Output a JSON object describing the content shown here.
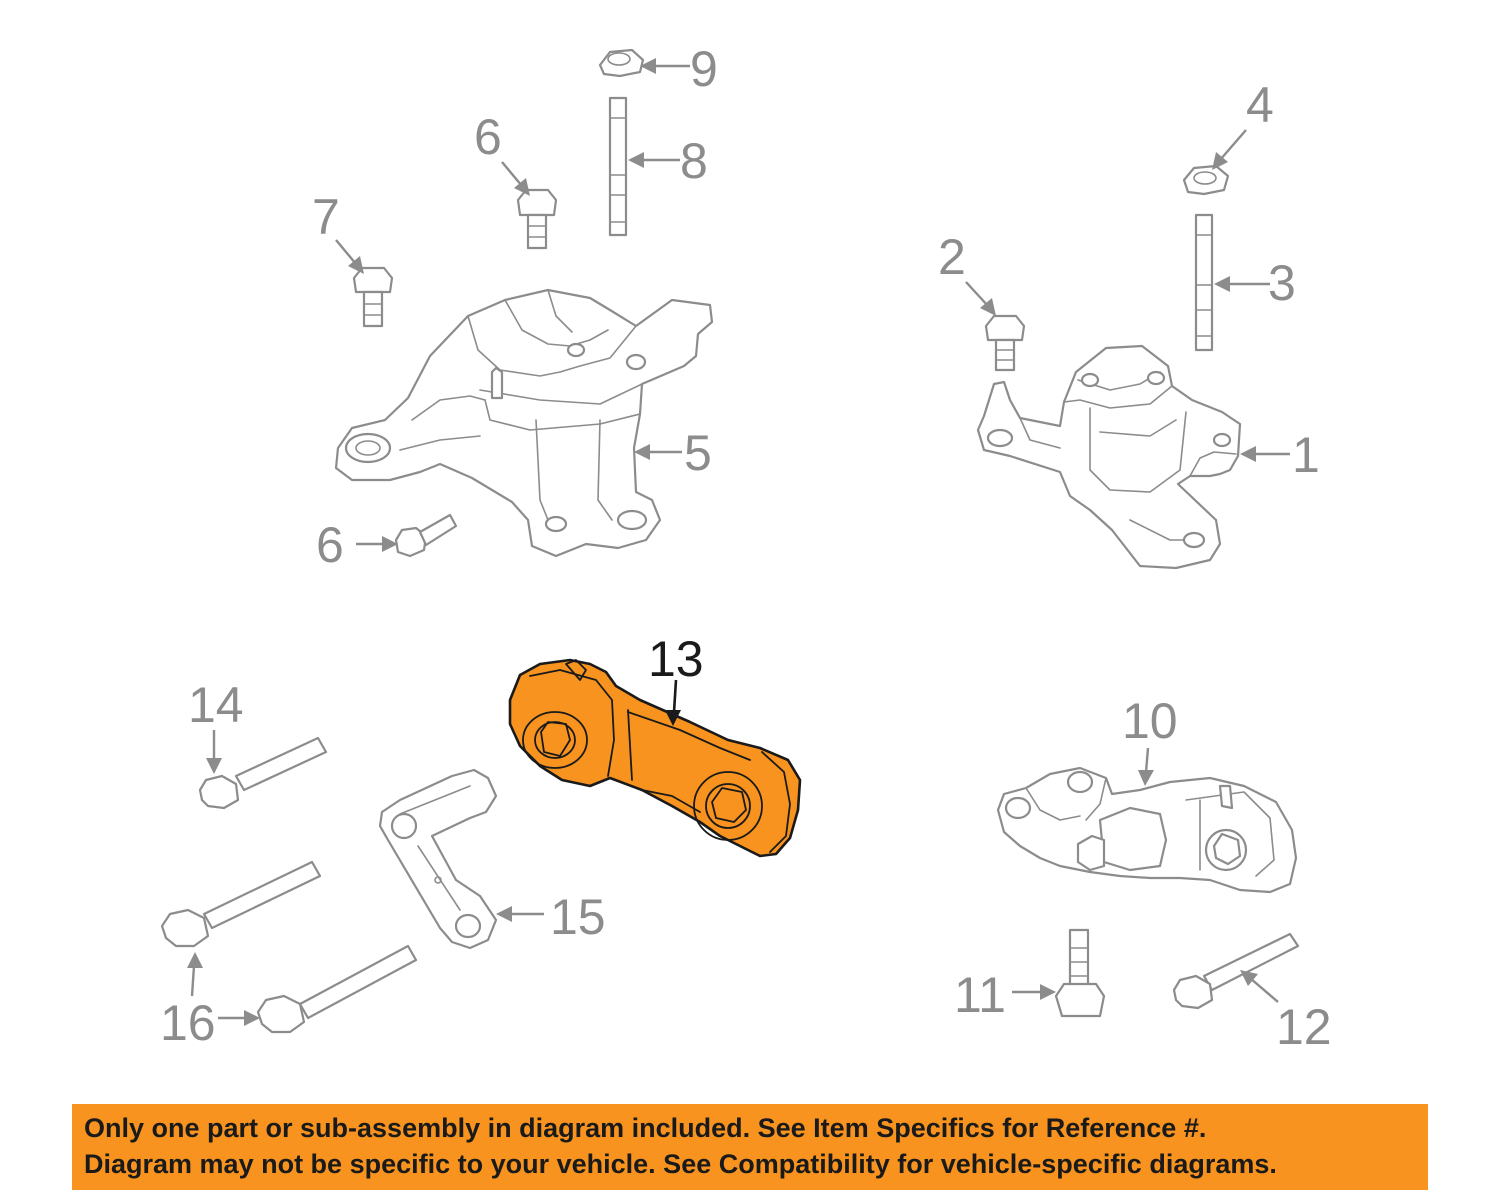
{
  "callouts": {
    "c1": "1",
    "c2": "2",
    "c3": "3",
    "c4": "4",
    "c5": "5",
    "c6a": "6",
    "c6b": "6",
    "c7": "7",
    "c8": "8",
    "c9": "9",
    "c10": "10",
    "c11": "11",
    "c12": "12",
    "c13": "13",
    "c14": "14",
    "c15": "15",
    "c16": "16"
  },
  "highlighted_part": "13",
  "colors": {
    "highlight": "#f7931e",
    "line": "#8c8c8c",
    "ink": "#1a1a1a",
    "banner": "#f7931e"
  },
  "disclaimer": {
    "line1": "Only one part or sub-assembly in diagram included. See Item Specifics for Reference #.",
    "line2": "Diagram may not be specific to your vehicle. See Compatibility for vehicle-specific diagrams."
  }
}
